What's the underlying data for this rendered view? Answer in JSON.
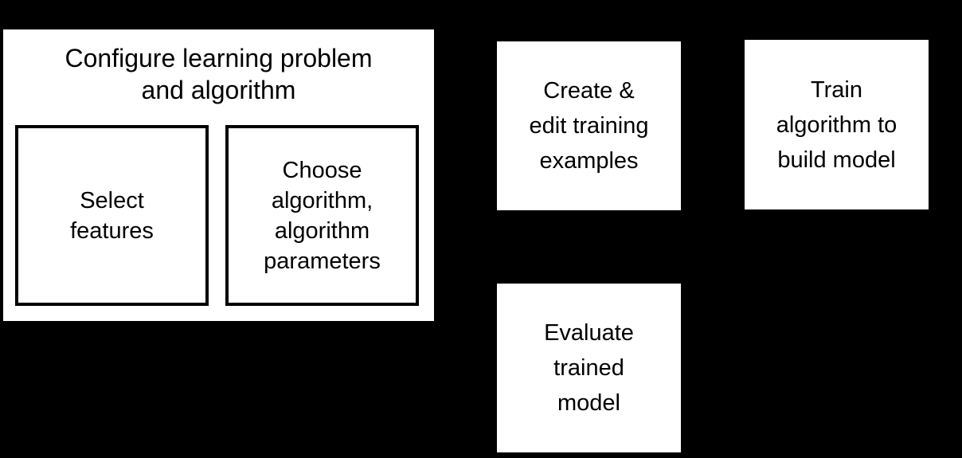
{
  "diagram": {
    "background_color": "#000000",
    "box_fill_color": "#ffffff",
    "text_color": "#000000",
    "border_color": "#000000",
    "group": {
      "title": "Configure learning problem\nand algorithm",
      "sub_boxes": [
        {
          "label": "Select\nfeatures"
        },
        {
          "label": "Choose\nalgorithm,\nalgorithm\nparameters"
        }
      ]
    },
    "steps": [
      {
        "label": "Create &\nedit training\nexamples"
      },
      {
        "label": "Train\nalgorithm to\nbuild model"
      },
      {
        "label": "Evaluate\ntrained\nmodel"
      }
    ]
  }
}
